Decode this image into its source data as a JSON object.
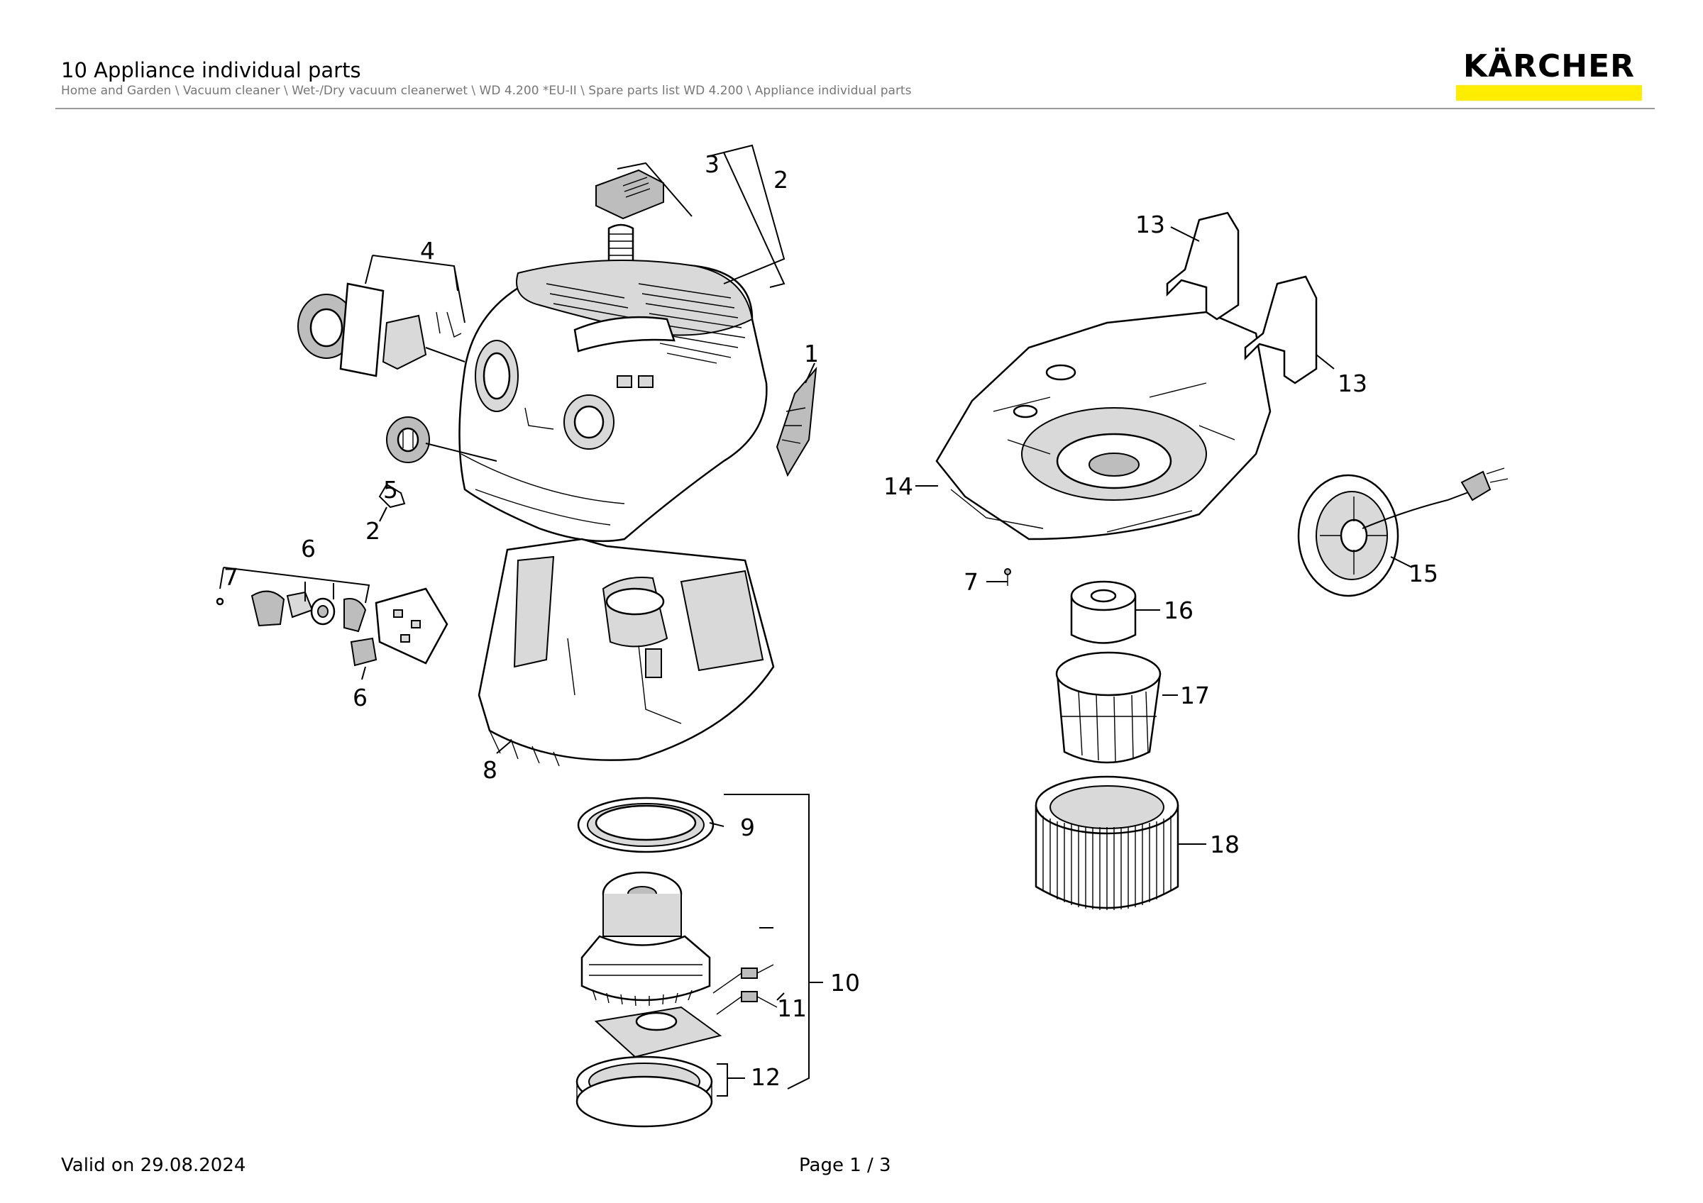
{
  "header": {
    "title": "10 Appliance individual parts",
    "breadcrumb": "Home and Garden \\ Vacuum cleaner \\ Wet-/Dry vacuum cleanerwet \\ WD 4.200 *EU-II \\ Spare parts list WD 4.200 \\ Appliance individual parts"
  },
  "brand": {
    "name": "KÄRCHER",
    "accent": "#ffed00",
    "text": "#000000"
  },
  "diagram": {
    "callouts": {
      "c1": "1",
      "c2a": "2",
      "c2b": "2",
      "c3": "3",
      "c4": "4",
      "c5": "5",
      "c6a": "6",
      "c6b": "6",
      "c7a": "7",
      "c7b": "7",
      "c8": "8",
      "c9": "9",
      "c10": "10",
      "c11": "11",
      "c12": "12",
      "c13a": "13",
      "c13b": "13",
      "c14": "14",
      "c15": "15",
      "c16": "16",
      "c17": "17",
      "c18": "18"
    }
  },
  "footer": {
    "valid": "Valid on 29.08.2024",
    "page": "Page 1 / 3"
  }
}
